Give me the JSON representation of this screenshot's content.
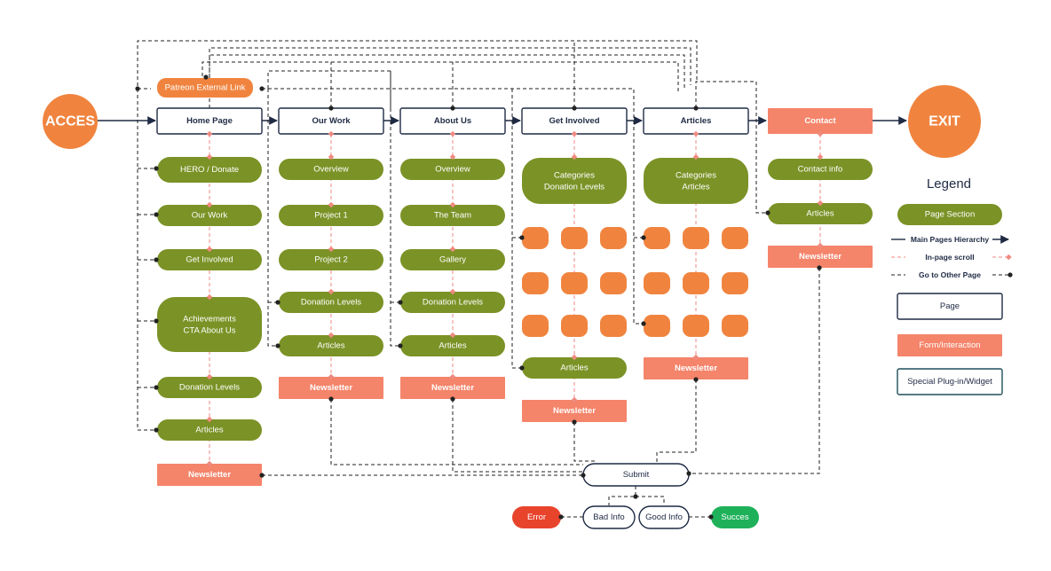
{
  "colors": {
    "section": "#7b9226",
    "page_fill": "#ffffff",
    "page_stroke": "#1f2a44",
    "form": "#f4846a",
    "orange": "#f0843f",
    "error": "#e8442c",
    "success": "#1fb15a",
    "navy": "#1f2a44",
    "inpage": "#ef8a80",
    "ink": "#222222"
  },
  "terminals": {
    "access": "ACCES",
    "exit": "EXIT"
  },
  "external_link": "Patreon External Link",
  "pages": {
    "home": "Home Page",
    "work": "Our Work",
    "about": "About Us",
    "involved": "Get Involved",
    "articles": "Articles",
    "contact": "Contact"
  },
  "home_sections": [
    "HERO / Donate",
    "Our Work",
    "Get Involved",
    "Achievements\nCTA About Us",
    "Donation Levels",
    "Articles"
  ],
  "work_sections": [
    "Overview",
    "Project 1",
    "Project 2",
    "Donation Levels",
    "Articles"
  ],
  "about_sections": [
    "Overview",
    "The Team",
    "Gallery",
    "Donation Levels",
    "Articles"
  ],
  "involved_sections": [
    "Categories\nDonation Levels",
    "Articles"
  ],
  "articles_sections": [
    "Categories\nArticles"
  ],
  "contact_sections": [
    "Contact info",
    "Articles"
  ],
  "newsletter": "Newsletter",
  "form_flow": {
    "submit": "Submit",
    "bad": "Bad Info",
    "good": "Good Info",
    "error": "Error",
    "success": "Succes"
  },
  "legend": {
    "title": "Legend",
    "page_section": "Page Section",
    "main_hierarchy": "Main Pages Hierarchy",
    "in_page_scroll": "In-page scroll",
    "other_page": "Go to Other Page",
    "page": "Page",
    "form": "Form/Interaction",
    "widget": "Special Plug-in/Widget"
  }
}
